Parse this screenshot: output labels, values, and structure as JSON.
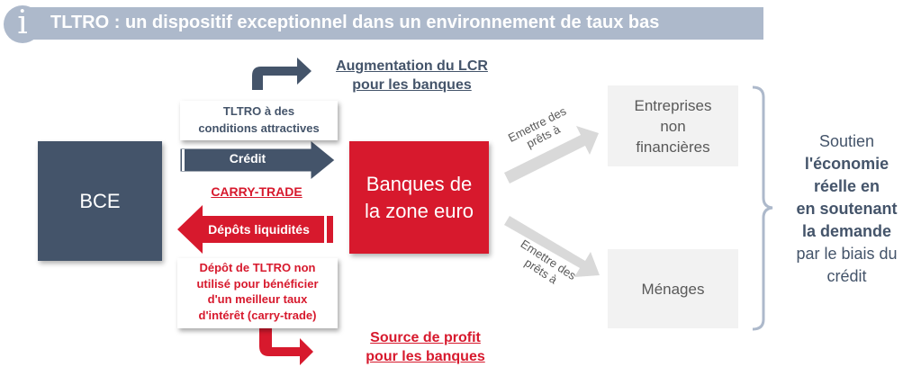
{
  "header": {
    "title": "TLTRO : un dispositif exceptionnel dans un environnement de taux bas",
    "icon": "info-icon"
  },
  "lcr": {
    "line1": "Augmentation du LCR",
    "line2": "pour les banques"
  },
  "tltro_box": {
    "line1": "TLTRO à des",
    "line2": "conditions attractives"
  },
  "bce": "BCE",
  "credit": "Crédit",
  "carry_trade": "CARRY-TRADE",
  "depots": "Dépôts liquidités",
  "depot_box": {
    "line1": "Dépôt de TLTRO non",
    "line2": "utilisé pour bénéficier",
    "line3": "d'un meilleur taux",
    "line4": "d'intérêt  (carry-trade)"
  },
  "profit": {
    "line1": "Source de profit",
    "line2": "pour les banques"
  },
  "banques": {
    "line1": "Banques de",
    "line2": "la zone euro"
  },
  "arrow_top": {
    "line1": "Emettre des",
    "line2": "prêts à"
  },
  "arrow_bottom": {
    "line1": "Emettre des",
    "line2": "prêts à"
  },
  "entreprises": {
    "line1": "Entreprises",
    "line2": "non",
    "line3": "financières"
  },
  "menages": "Ménages",
  "conclusion": {
    "l1": "Soutien",
    "l2": "l'économie",
    "l3": "réelle en",
    "l4": "en soutenant",
    "l5": "la demande",
    "l6": "par le biais du",
    "l7": "crédit"
  },
  "colors": {
    "dark": "#44546a",
    "red": "#d7192d",
    "header": "#adb9cb",
    "gray": "#f2f2f2"
  }
}
